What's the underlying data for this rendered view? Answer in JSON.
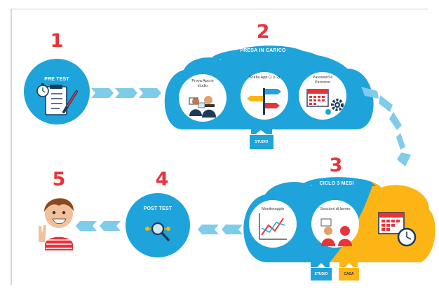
{
  "steps": [
    {
      "number": "1",
      "label": "PRE TEST"
    },
    {
      "number": "2",
      "label": "PRESA IN CARICO"
    },
    {
      "number": "3",
      "label": "CICLO 3 MESI"
    },
    {
      "number": "4",
      "label": "POST TEST"
    },
    {
      "number": "5",
      "label": ""
    }
  ],
  "presa_items": [
    {
      "label": "Prova App in studio"
    },
    {
      "label": "Scelta App (1 o 2)"
    },
    {
      "label": "Password e Percorso"
    }
  ],
  "ciclo_items": [
    {
      "label": "Monitoraggio"
    },
    {
      "label": "Sessioni di lavoro"
    }
  ],
  "tags": {
    "studio": "STUDIO",
    "studio2": "STUDIO",
    "casa": "CASA"
  },
  "colors": {
    "blue": "#1ea3db",
    "yellow": "#fcb515",
    "red": "#e8333a",
    "arrow": "#7fcbea",
    "dark": "#1b3a5c"
  },
  "icons": [
    "clipboard-icon",
    "stopwatch-icon",
    "pen-icon",
    "people-icon",
    "signpost-icon",
    "calendar-icon",
    "gear-icon",
    "chart-icon",
    "clock-icon",
    "magnifier-icon",
    "boy-icon"
  ]
}
